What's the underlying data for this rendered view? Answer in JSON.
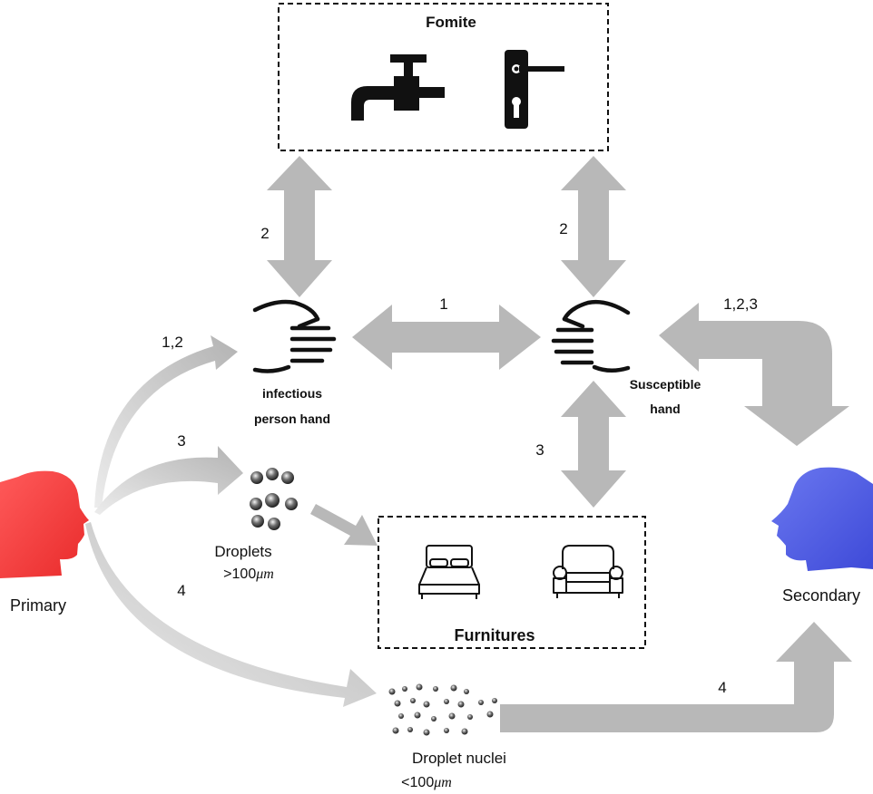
{
  "boxes": {
    "fomite": {
      "title": "Fomite",
      "items": [
        "faucet-icon",
        "door-handle-icon"
      ]
    },
    "furnitures": {
      "title": "Furnitures",
      "items": [
        "bed-icon",
        "sofa-icon"
      ]
    }
  },
  "hands": {
    "infectious": {
      "line1": "infectious",
      "line2": "person hand"
    },
    "susceptible": {
      "line1": "Susceptible",
      "line2": "hand"
    }
  },
  "people": {
    "primary": {
      "label": "Primary",
      "color": "#ff4444"
    },
    "secondary": {
      "label": "Secondary",
      "color": "#5563e6"
    }
  },
  "particles": {
    "droplets": {
      "label": "Droplets",
      "size": ">100",
      "unit": "μm"
    },
    "nuclei": {
      "label": "Droplet nuclei",
      "size": "<100",
      "unit": "μm"
    }
  },
  "routes": {
    "fomite_infectious": "2",
    "fomite_susceptible": "2",
    "hand_to_hand": "1",
    "susceptible_secondary": "1,2,3",
    "primary_to_hand": "1,2",
    "primary_to_droplets": "3",
    "susceptible_furnitures": "3",
    "primary_to_nuclei": "4",
    "nuclei_to_secondary": "4"
  },
  "colors": {
    "arrow": "#b8b8b8",
    "accent_red": "#ff4444",
    "accent_blue": "#5563e6"
  }
}
